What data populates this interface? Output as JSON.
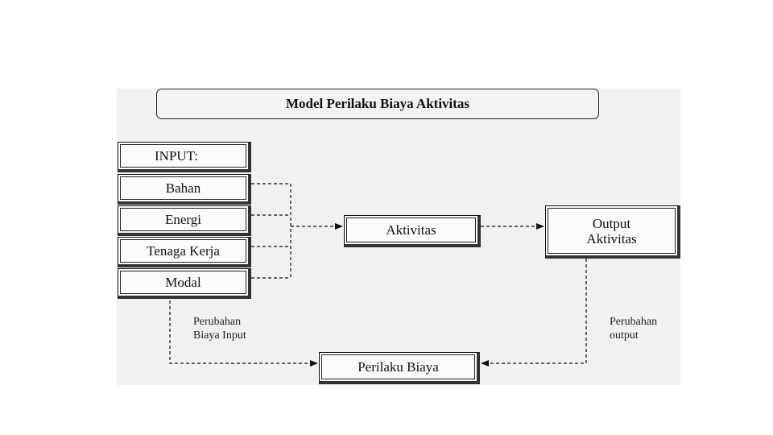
{
  "title": "Model Perilaku Biaya Aktivitas",
  "inputs": {
    "header": "INPUT:",
    "items": [
      "Bahan",
      "Energi",
      "Tenaga Kerja",
      "Modal"
    ]
  },
  "activity": "Aktivitas",
  "output": {
    "line1": "Output",
    "line2": "Aktivitas"
  },
  "cost_behavior": "Perilaku Biaya",
  "labels": {
    "input_change": {
      "line1": "Perubahan",
      "line2": "Biaya Input"
    },
    "output_change": {
      "line1": "Perubahan",
      "line2": "output"
    }
  }
}
